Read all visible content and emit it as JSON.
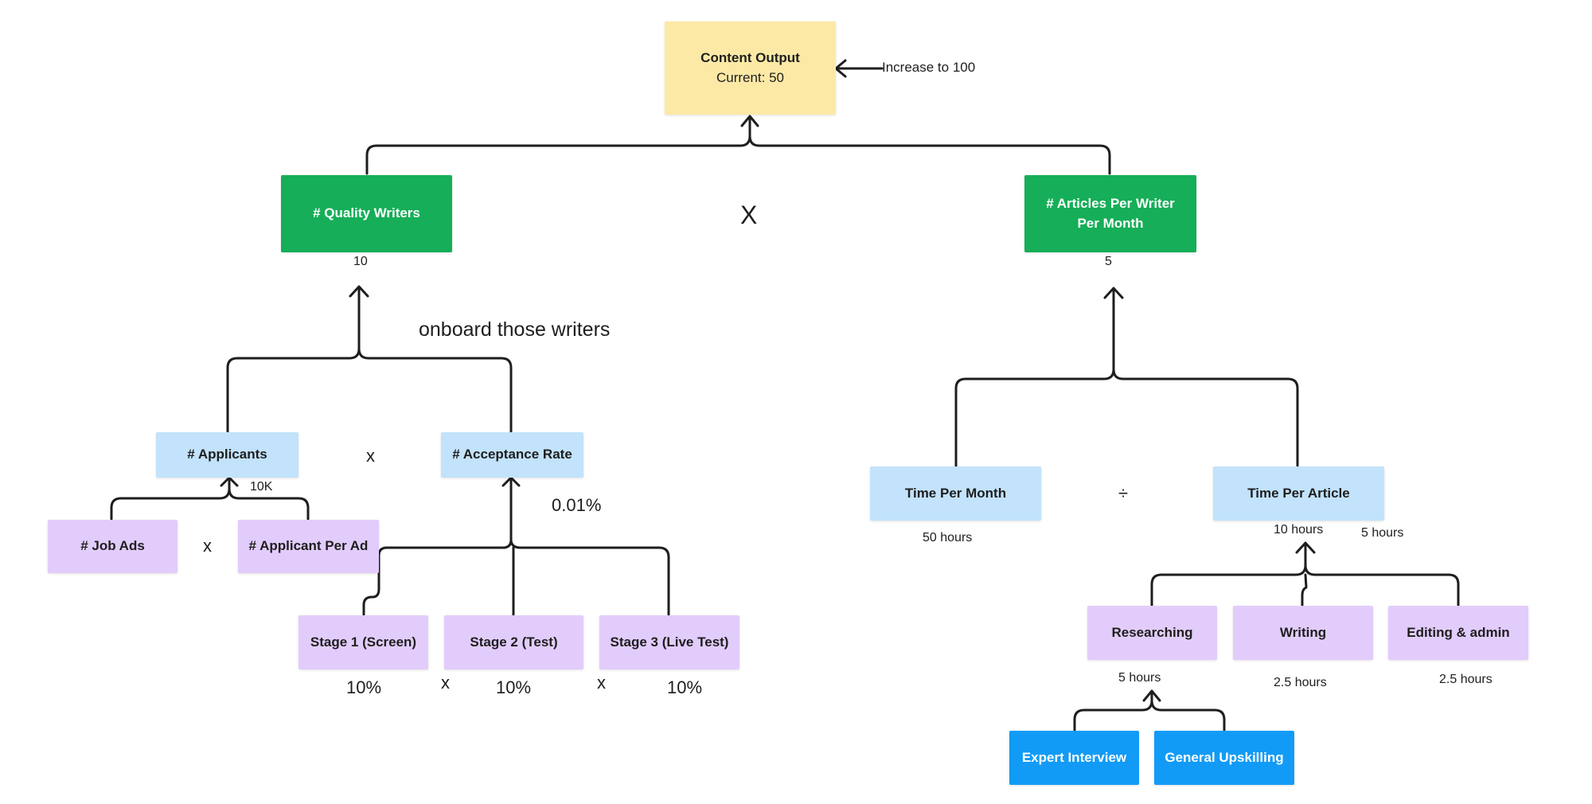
{
  "nodes": {
    "content_output": {
      "title": "Content Output",
      "subtitle": "Current: 50"
    },
    "quality_writers": {
      "title": "# Quality Writers"
    },
    "articles_per_writer": {
      "title": "# Articles Per Writer Per Month"
    },
    "applicants": {
      "title": "# Applicants"
    },
    "acceptance_rate": {
      "title": "# Acceptance Rate"
    },
    "job_ads": {
      "title": "# Job Ads"
    },
    "applicant_per_ad": {
      "title": "# Applicant Per Ad"
    },
    "stage1": {
      "title": "Stage 1 (Screen)"
    },
    "stage2": {
      "title": "Stage 2 (Test)"
    },
    "stage3": {
      "title": "Stage 3 (Live Test)"
    },
    "time_per_month": {
      "title": "Time Per Month"
    },
    "time_per_article": {
      "title": "Time Per Article"
    },
    "researching": {
      "title": "Researching"
    },
    "writing": {
      "title": "Writing"
    },
    "editing": {
      "title": "Editing & admin"
    },
    "expert_interview": {
      "title": "Expert Interview"
    },
    "general_upskilling": {
      "title": "General Upskilling"
    }
  },
  "labels": {
    "increase_target": "Increase to 100",
    "main_operator": "X",
    "quality_writers_value": "10",
    "articles_value": "5",
    "onboard_note": "onboard those writers",
    "applicants_operator": "x",
    "applicants_value": "10K",
    "acceptance_value": "0.01%",
    "job_ads_operator": "x",
    "stage1_value": "10%",
    "stage_operator_1": "x",
    "stage2_value": "10%",
    "stage_operator_2": "x",
    "stage3_value": "10%",
    "divide_operator": "÷",
    "time_per_month_value": "50 hours",
    "time_per_article_value": "10 hours",
    "time_per_article_alt": "5 hours",
    "researching_value": "5 hours",
    "writing_value": "2.5 hours",
    "editing_value": "2.5 hours"
  },
  "colors": {
    "yellow": "#fde9a6",
    "green": "#16ae58",
    "light_blue": "#c2e3fb",
    "purple": "#e2ccfb",
    "blue": "#129bf6",
    "connector": "#1e1e1e"
  }
}
